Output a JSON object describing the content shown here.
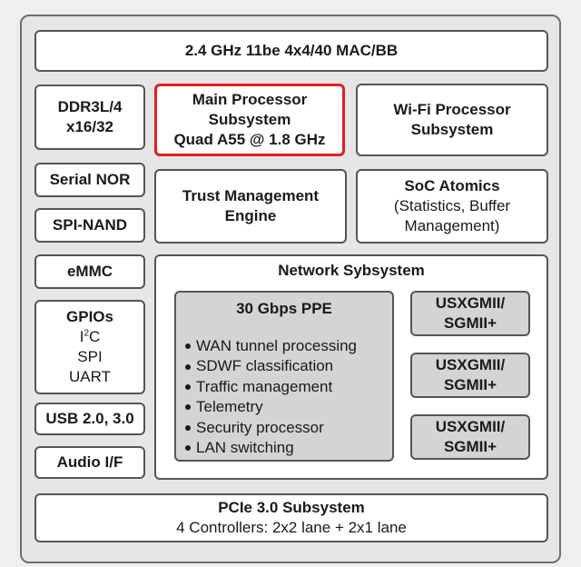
{
  "mac_bb": "2.4 GHz 11be 4x4/40 MAC/BB",
  "ddr": [
    "DDR3L/4",
    "x16/32"
  ],
  "main_processor": [
    "Main Processor",
    "Subsystem",
    "Quad A55 @ 1.8 GHz"
  ],
  "wifi_processor": [
    "Wi-Fi Processor",
    "Subsystem"
  ],
  "serial_nor": "Serial NOR",
  "spi_nand": "SPI-NAND",
  "trust_engine": [
    "Trust Management",
    "Engine"
  ],
  "soc_atomics": {
    "title": "SoC Atomics",
    "detail": [
      "(Statistics, Buffer",
      "Management)"
    ]
  },
  "emmc": "eMMC",
  "gpios": {
    "title": "GPIOs",
    "i2c_prefix": "I",
    "i2c_sup": "2",
    "i2c_suffix": "C",
    "spi": "SPI",
    "uart": "UART"
  },
  "usb": "USB 2.0, 3.0",
  "audio": "Audio I/F",
  "network": {
    "title": "Network Sybsystem",
    "ppe": {
      "title": "30 Gbps PPE",
      "items": [
        "WAN tunnel processing",
        "SDWF classification",
        "Traffic management",
        "Telemetry",
        "Security processor",
        "LAN switching"
      ]
    },
    "ports": [
      [
        "USXGMII/",
        "SGMII+"
      ],
      [
        "USXGMII/",
        "SGMII+"
      ],
      [
        "USXGMII/",
        "SGMII+"
      ]
    ]
  },
  "pcie": {
    "title": "PCIe 3.0 Subsystem",
    "detail": "4 Controllers: 2x2 lane + 2x1 lane"
  }
}
